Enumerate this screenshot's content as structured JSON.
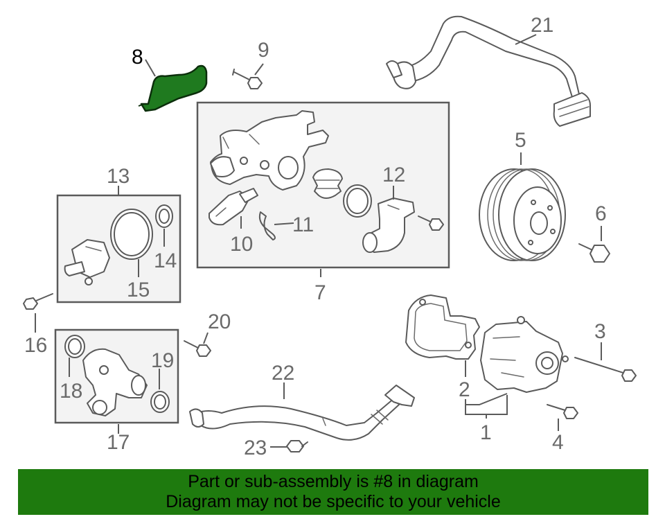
{
  "diagram": {
    "callouts": {
      "c1": "1",
      "c2": "2",
      "c3": "3",
      "c4": "4",
      "c5": "5",
      "c6": "6",
      "c7": "7",
      "c8": "8",
      "c9": "9",
      "c10": "10",
      "c11": "11",
      "c12": "12",
      "c13": "13",
      "c14": "14",
      "c15": "15",
      "c16": "16",
      "c17": "17",
      "c18": "18",
      "c19": "19",
      "c20": "20",
      "c21": "21",
      "c22": "22",
      "c23": "23"
    },
    "highlighted_part": "8",
    "highlight_color": "#1f7a1f"
  },
  "banner": {
    "line1": "Part or sub-assembly is #8 in diagram",
    "line2": "Diagram may not be specific to your vehicle",
    "background": "#1e7a0e"
  }
}
